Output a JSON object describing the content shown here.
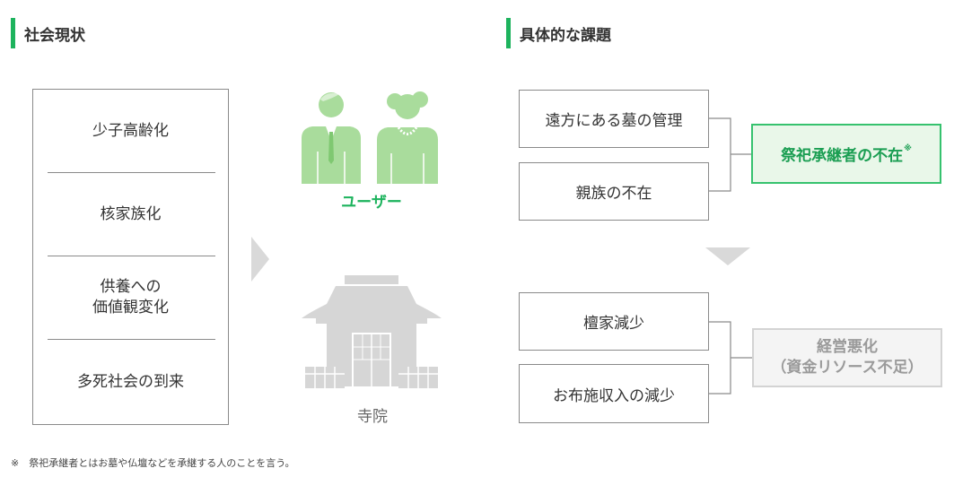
{
  "colors": {
    "accent": "#1db35d",
    "user_green": "#a9dc9c",
    "temple_gray": "#d6d6d6"
  },
  "left_header": "社会現状",
  "right_header": "具体的な課題",
  "social_factors": [
    {
      "label": "少子高齢化"
    },
    {
      "label": "核家族化"
    },
    {
      "label": "供養への\n価値観変化"
    },
    {
      "label": "多死社会の到来"
    }
  ],
  "user_label": "ユーザー",
  "temple_label": "寺院",
  "issues_top": [
    {
      "label": "遠方にある墓の管理"
    },
    {
      "label": "親族の不在"
    }
  ],
  "result_top": {
    "label": "祭祀承継者の不在",
    "mark": "※"
  },
  "issues_bottom": [
    {
      "label": "檀家減少"
    },
    {
      "label": "お布施収入の減少"
    }
  ],
  "result_bottom": {
    "line1": "経営悪化",
    "line2": "（資金リソース不足）"
  },
  "footnote": "※　祭祀承継者とはお墓や仏壇などを承継する人のことを言う。"
}
